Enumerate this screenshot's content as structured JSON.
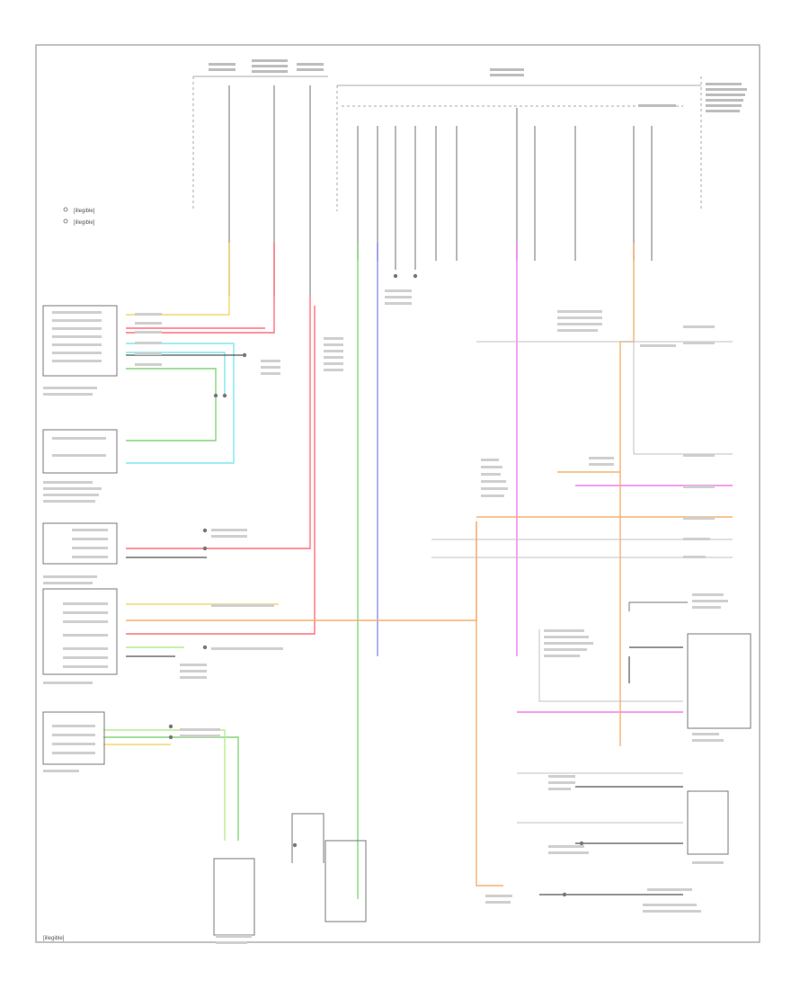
{
  "diagram": {
    "footer_code": "[illegible]",
    "legend": {
      "items": [
        {
          "symbol": "○",
          "label": "[illegible]"
        },
        {
          "symbol": "○",
          "label": "[illegible]"
        }
      ]
    },
    "wire_colors": {
      "yellow": "#f2d76b",
      "red": "#ff6f7d",
      "pink": "#ff9aa5",
      "cyan": "#7fe7ee",
      "green": "#84d67a",
      "lightgreen": "#b9ec8e",
      "blue": "#8e8ef0",
      "violet": "#f07cf0",
      "orange": "#f5b070",
      "grey": "#b8b8b8",
      "black": "#444444"
    }
  }
}
